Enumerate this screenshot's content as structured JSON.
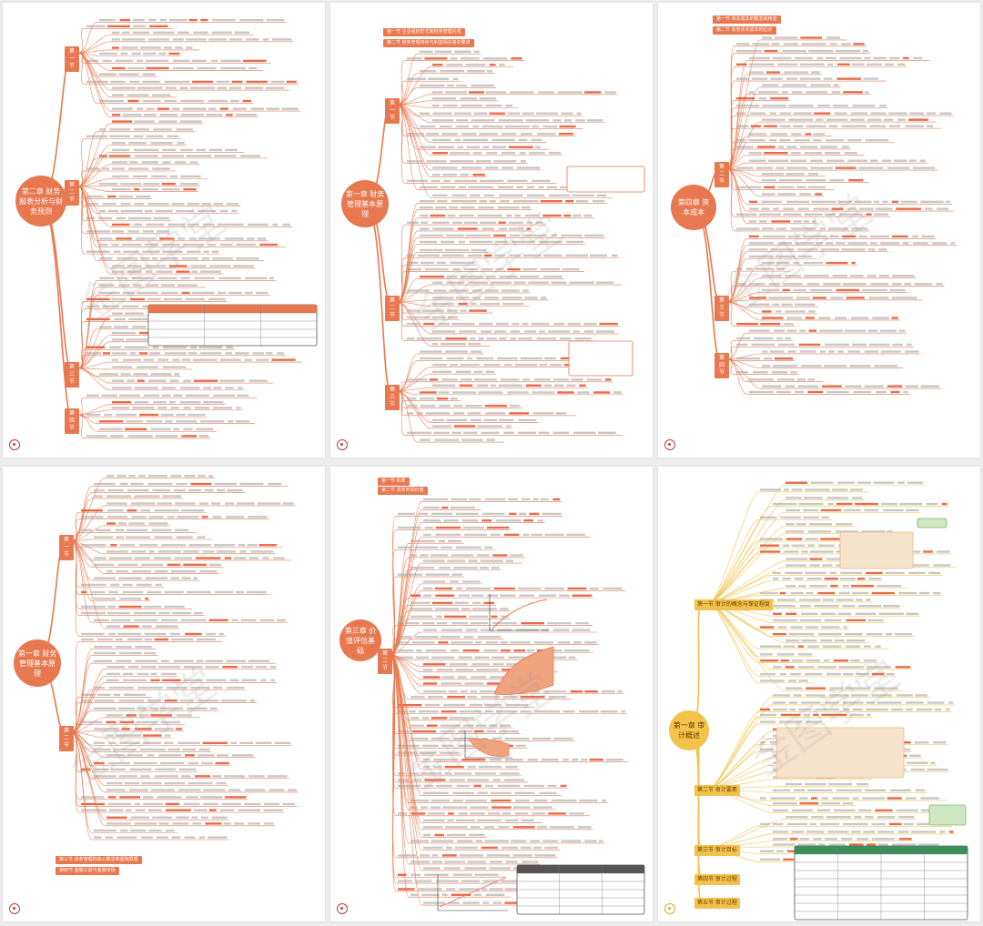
{
  "watermark": "金图学堂",
  "colors": {
    "accent": "#e8784f",
    "line": "#e8784f",
    "highlight": "#f2c24a",
    "text": "#555555"
  },
  "pages": [
    {
      "root": "第二章 财务报表分析与财务预测",
      "sections": [
        "第一节",
        "第二节",
        "第三节",
        "第四节"
      ],
      "topics": []
    },
    {
      "root": "第一章 财务管理基本原理",
      "sections": [
        "第一节",
        "第二节",
        "第三节"
      ],
      "topics": [
        "第一节 企业组织形式和财务管理内容",
        "第二节 财务管理目标与利益相关者的要求"
      ]
    },
    {
      "root": "第四章 资本成本",
      "sections": [
        "第二节",
        "第三节",
        "第四节"
      ],
      "topics": [
        "第一节 资本成本的概念和用途",
        "第二节 债务资本成本的估计"
      ]
    },
    {
      "root": "第一章 财务管理基本原理",
      "sections": [
        "第一节",
        "第二节"
      ],
      "topics": [
        "第三节 财务管理的核心概念和基础原理",
        "第四节 金融工具与金融市场"
      ]
    },
    {
      "root": "第三章 价值评估基础",
      "sections": [
        "第二节"
      ],
      "topics": [
        "第一节 利率",
        "第二节 货币时间价值"
      ]
    },
    {
      "root": "第一章 审计概述",
      "sections": [
        "第一节 审计的概念与保证程度",
        "第二节 审计要素",
        "第三节 审计目标",
        "第四节 审计过程",
        "第五节 审计过程"
      ],
      "topics": []
    }
  ]
}
